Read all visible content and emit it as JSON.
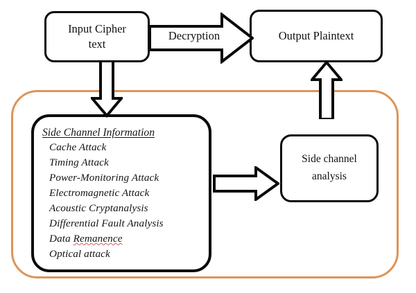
{
  "diagram": {
    "title": "Side channel attack decryption flow",
    "colors": {
      "outline": "#0a0a0a",
      "container_border": "#dd9458",
      "background": "#ffffff",
      "misspelled_underline": "#d2605f"
    },
    "nodes": {
      "input_cipher": {
        "line1": "Input Cipher",
        "line2": "text"
      },
      "output_plaintext": {
        "label": "Output Plaintext"
      },
      "side_channel_analysis": {
        "line1": "Side channel",
        "line2": "analysis"
      }
    },
    "edges": {
      "decryption": {
        "label": "Decryption",
        "icon": "right-block-arrow-icon"
      },
      "cipher_to_info": {
        "label": "",
        "icon": "down-block-arrow-icon"
      },
      "analysis_to_output": {
        "label": "",
        "icon": "up-block-arrow-icon"
      },
      "info_to_analysis": {
        "label": "",
        "icon": "right-block-arrow-icon"
      }
    },
    "side_channel_information": {
      "heading": "Side Channel Information",
      "items": [
        {
          "text": "Cache Attack",
          "misspelled": ""
        },
        {
          "text": "Timing Attack",
          "misspelled": ""
        },
        {
          "text": "Power-Monitoring  Attack",
          "misspelled": ""
        },
        {
          "text": "Electromagnetic  Attack",
          "misspelled": ""
        },
        {
          "text": "Acoustic  Cryptanalysis",
          "misspelled": ""
        },
        {
          "text": "Differential  Fault Analysis",
          "misspelled": ""
        },
        {
          "text": "Data ",
          "misspelled": "Remanence"
        },
        {
          "text": "Optical attack",
          "misspelled": ""
        }
      ]
    }
  }
}
